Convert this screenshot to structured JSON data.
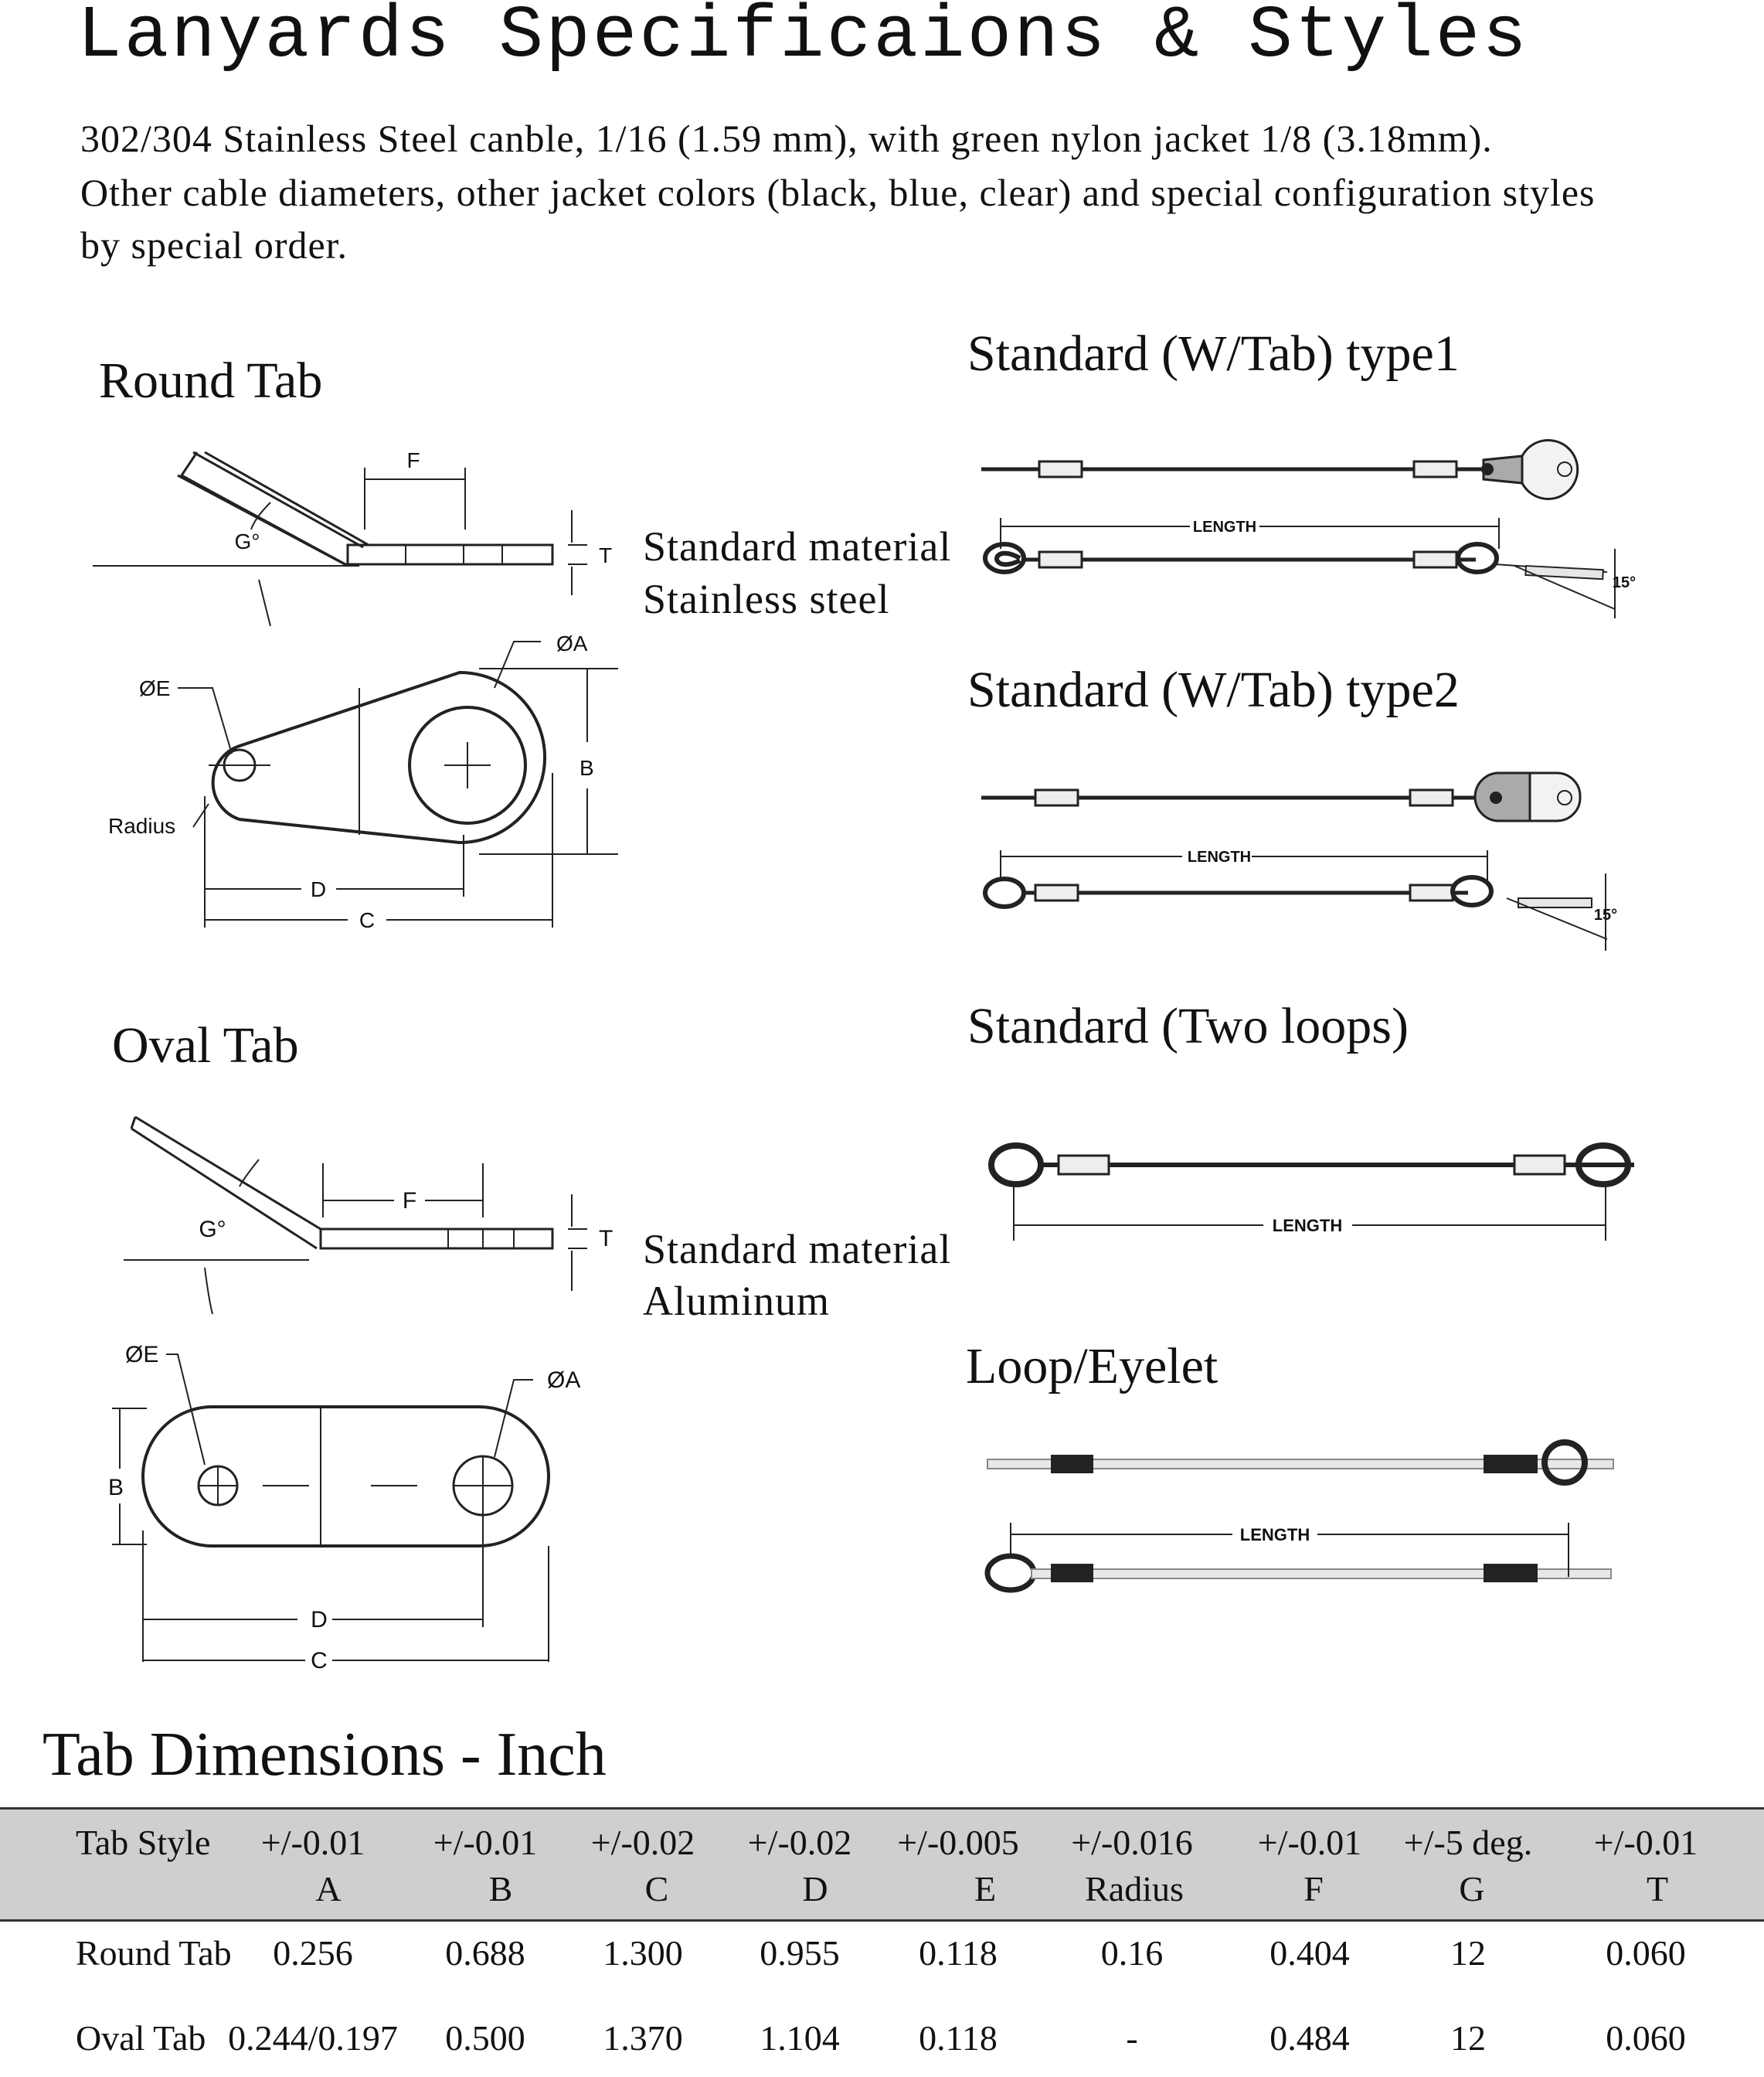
{
  "title": "Lanyards Specificaions & Styles",
  "intro": {
    "line1": "302/304 Stainless Steel canble, 1/16 (1.59 mm), with green nylon jacket 1/8 (3.18mm).",
    "line2": "Other cable diameters, other jacket colors (black, blue, clear) and special configuration styles",
    "line3": "by special order."
  },
  "round_tab": {
    "title": "Round Tab",
    "material_line1": "Standard material",
    "material_line2": "Stainless steel",
    "labels": {
      "f": "F",
      "g": "G°",
      "t": "T",
      "a": "ØA",
      "e": "ØE",
      "b": "B",
      "radius": "Radius",
      "d": "D",
      "c": "C"
    }
  },
  "oval_tab": {
    "title": "Oval Tab",
    "material_line1": "Standard material",
    "material_line2": "Aluminum",
    "labels": {
      "f": "F",
      "g": "G°",
      "t": "T",
      "a": "ØA",
      "e": "ØE",
      "b": "B",
      "d": "D",
      "c": "C"
    }
  },
  "styles": {
    "type1": {
      "title": "Standard (W/Tab) type1",
      "length": "LENGTH",
      "angle": "15°"
    },
    "type2": {
      "title": "Standard (W/Tab) type2",
      "length": "LENGTH",
      "angle": "15°"
    },
    "two_loops": {
      "title": "Standard (Two loops)",
      "length": "LENGTH"
    },
    "loop_eyelet": {
      "title": "Loop/Eyelet",
      "length": "LENGTH"
    }
  },
  "table": {
    "title": "Tab Dimensions - Inch",
    "headers": [
      {
        "tol": "Tab Style",
        "name": ""
      },
      {
        "tol": "+/-0.01",
        "name": "A"
      },
      {
        "tol": "+/-0.01",
        "name": "B"
      },
      {
        "tol": "+/-0.02",
        "name": "C"
      },
      {
        "tol": "+/-0.02",
        "name": "D"
      },
      {
        "tol": "+/-0.005",
        "name": "E"
      },
      {
        "tol": "+/-0.016",
        "name": "Radius"
      },
      {
        "tol": "+/-0.01",
        "name": "F"
      },
      {
        "tol": "+/-5 deg.",
        "name": "G"
      },
      {
        "tol": "+/-0.01",
        "name": "T"
      }
    ],
    "rows": [
      [
        "Round Tab",
        "0.256",
        "0.688",
        "1.300",
        "0.955",
        "0.118",
        "0.16",
        "0.404",
        "12",
        "0.060"
      ],
      [
        "Oval Tab",
        "0.244/0.197",
        "0.500",
        "1.370",
        "1.104",
        "0.118",
        "-",
        "0.484",
        "12",
        "0.060"
      ]
    ]
  }
}
